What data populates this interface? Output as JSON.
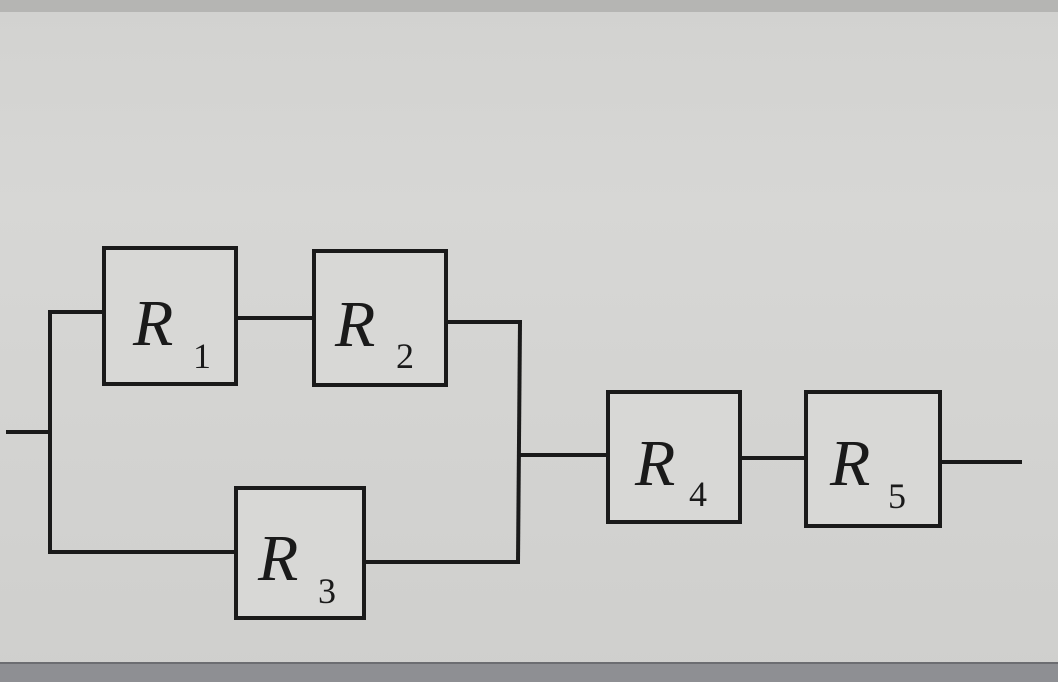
{
  "resistors": [
    {
      "id": "r1",
      "letter": "R",
      "subscript": "1"
    },
    {
      "id": "r2",
      "letter": "R",
      "subscript": "2"
    },
    {
      "id": "r3",
      "letter": "R",
      "subscript": "3"
    },
    {
      "id": "r4",
      "letter": "R",
      "subscript": "4"
    },
    {
      "id": "r5",
      "letter": "R",
      "subscript": "5"
    }
  ],
  "colors": {
    "line": "#1a1a1a",
    "paper": "#d2d2d0"
  }
}
